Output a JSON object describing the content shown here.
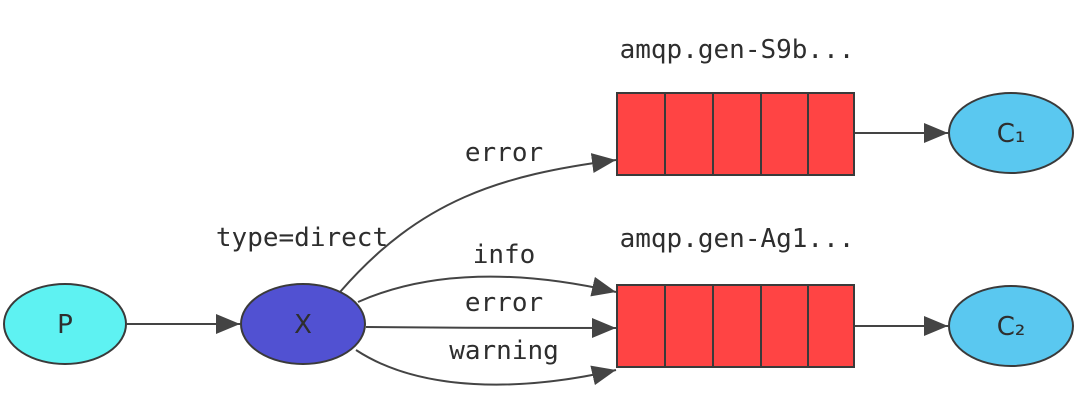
{
  "exchange": {
    "type_label": "type=direct",
    "name": "X"
  },
  "producer": {
    "name": "P"
  },
  "queues": [
    {
      "name": "amqp.gen-S9b...",
      "bindings": [
        "error"
      ],
      "consumer": "C₁"
    },
    {
      "name": "amqp.gen-Ag1...",
      "bindings": [
        "info",
        "error",
        "warning"
      ],
      "consumer": "C₂"
    }
  ],
  "colors": {
    "producer": "#5ef2f2",
    "exchange": "#5151d2",
    "queue": "#ff4444",
    "consumer": "#5ac8f0",
    "edge": "#444444"
  }
}
